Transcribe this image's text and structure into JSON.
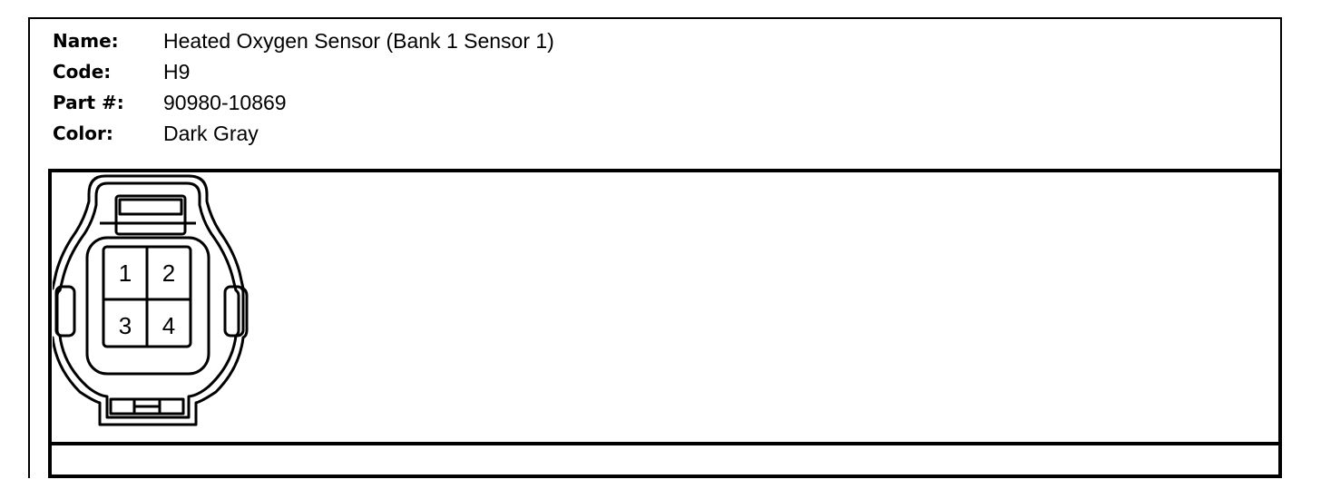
{
  "header": {
    "name_label": "Name:",
    "name_value": "Heated Oxygen Sensor (Bank 1 Sensor 1)",
    "code_label": "Code:",
    "code_value": "H9",
    "part_label": "Part #:",
    "part_value": "90980-10869",
    "color_label": "Color:",
    "color_value": "Dark Gray"
  },
  "connector": {
    "pins": [
      "1",
      "2",
      "3",
      "4"
    ]
  }
}
